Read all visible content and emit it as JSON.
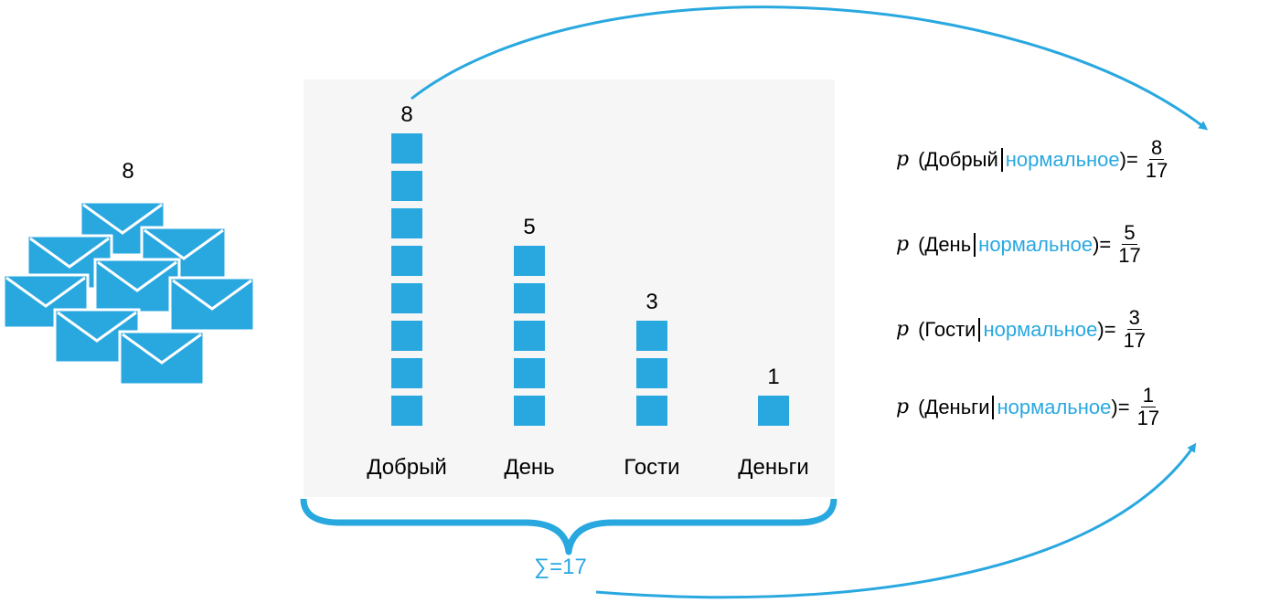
{
  "envelopes": {
    "count_label": "8",
    "color": "#29a8e0"
  },
  "accent_color": "#29a8e0",
  "words": [
    {
      "label": "Добрый",
      "count": 8
    },
    {
      "label": "День",
      "count": 5
    },
    {
      "label": "Гости",
      "count": 3
    },
    {
      "label": "Деньги",
      "count": 1
    }
  ],
  "sum": {
    "symbol": "∑",
    "text": "=17"
  },
  "formulas": [
    {
      "p": "p",
      "word": "(Добрый",
      "condition": "нормальное",
      "close": ")=",
      "numerator": "8",
      "denominator": "17"
    },
    {
      "p": "p",
      "word": "(День",
      "condition": "нормальное",
      "close": ")=",
      "numerator": "5",
      "denominator": "17"
    },
    {
      "p": "p",
      "word": "(Гости",
      "condition": "нормальное",
      "close": ")=",
      "numerator": "3",
      "denominator": "17"
    },
    {
      "p": "p",
      "word": "(Деньги",
      "condition": "нормальное",
      "close": ")=",
      "numerator": "1",
      "denominator": "17"
    }
  ]
}
